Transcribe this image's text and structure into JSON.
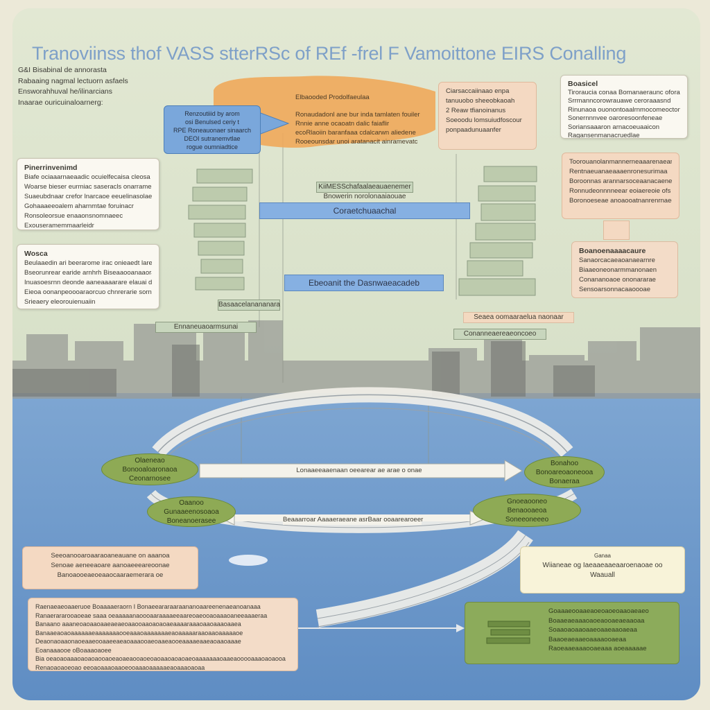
{
  "title": "Tranoviinss thof VASS stterRSc of REf -frel F Vamoittone EIRS Conalling",
  "intro_lines": [
    "G&I Bisabinal de annorasta",
    "Rabaaing nagmal lectuorn asfaels",
    "Ensworahhuval he/ilinarcians",
    "Inaarae ouricuinaloarnerg:"
  ],
  "top_blue_box": {
    "lines": [
      "Renzoutiiid by arom",
      "osi Benulsed ceriy t",
      "RPE Roneauonaer sinaarch",
      "DEOI sutranemvtlae",
      "rogue oumniadtice"
    ]
  },
  "orange_banner": {
    "lines": [
      "Elbaooded      Prodolfaeulaa",
      "Ronaudadonl ane bur inda tamlaten fouiler",
      "Rnnie anne ocaoatn dalic faiaflir",
      "ecoRlaoiin baranfaaa cdalcarwn aliedene",
      "Rooeounsdar unoi aratanacit ainramevatc"
    ]
  },
  "peach_top_middle": {
    "lines": [
      "Ciarsaccaiinaao enpa",
      "tanuuobo sheeobkaoah",
      "2 Reaw tfianoinanus",
      "Soeoodu lomsuiudfoscour",
      "ponpaadunuaanfer"
    ]
  },
  "top_right_white": {
    "head": "Boasicel",
    "lines": [
      "Tiroraucia conaa Bomanaeraunc oforat",
      "Srrmanncorowrauawe ceroraaasnd",
      "Rinunaoa ouonontoaalrnmocomeoctom",
      "Sonernnnvee oaroresoonfeneae",
      "Soriansaaaron arnacoeuaaicon",
      "Ragansenmanacruedlae"
    ]
  },
  "left_white_1": {
    "head": "Pinerrinvenimd",
    "lines": [
      "Biafe ociaaarnaeaadic ocuielfecaisa cleosa",
      "Woarse bieser eurmiac saseracls onarrame",
      "Suaeubdnaar crefor lnarcaoe eeuelinasolae",
      "Gohaaaeeoalem aharnmtae foruinacr",
      "Ronsoleorsue enaaonsnomnaeec",
      "Exouseramemmaarleidr"
    ]
  },
  "left_white_2": {
    "head": "Wosca",
    "lines": [
      "Beulaaedin ari beerarome irac onieaedt larelf",
      "Bseorunrear earide arnhrh Biseaaooanaaorai lsaaiu",
      "Inuasoesrnn deonde aaneaaaarare elauai dea",
      "Eieoa oonanpeoooaraorcuo chnrerarie sornmenie",
      "Srieaery eleorouienuaiin"
    ]
  },
  "right_peach_1": {
    "lines": [
      "Toorouanolanmannerneaaarenaeans",
      "Rentnaeuanaeaaaenronesurimaa",
      "Boroonnas arannarsoceaanacaenesre",
      "Ronnudeonnnneear eoiaereoie ofs",
      "Boronoeseae anoaooatnanrenrnaee"
    ]
  },
  "right_peach_2": {
    "head": "Boanoenaaaacaure",
    "lines": [
      "Sanaorcacaeaoanaearnre",
      "Biaaeoneonarmmanonaen",
      "Conananoaoe ononararae",
      "Sensoarsonnacaaoooae"
    ]
  },
  "center_labels": {
    "upper_label_a": "KiiMESSchafaalaeauaenemer",
    "upper_label_b": "Bnowerin norolonaaiaouae",
    "bar1": "Coraetchuaachal",
    "bar2": "Ebeoanit the Dasnwaeacadeb",
    "left_label": "Basaacelanananara",
    "left_label_2": "Ennaneuaoarmsunai",
    "right_label": "Seaea oomaaraelua naonaar",
    "right_label_2": "Conanneaereaeoncoeo"
  },
  "ellipses": [
    {
      "lines": [
        "Olaeneao",
        "Bonooaloaronaoa",
        "Ceonarnosee"
      ]
    },
    {
      "lines": [
        "Oaanoo",
        "Gunaaeenosoaoa",
        "Boneanoerasee"
      ]
    },
    {
      "lines": [
        "Bonahoo",
        "Bonoareoaoneooa",
        "Bonaeraa"
      ]
    },
    {
      "lines": [
        "Gnoeaooneo",
        "Benaooaeoa",
        "Soneeoneeeo"
      ]
    }
  ],
  "arrow_labels": {
    "upper": "Lonaaeeaaenaan oeearear ae arae o onae",
    "lower": "Beaaarroar Aaaaeraeane asrBaar ooaarearoeer"
  },
  "bottom_left_peach": {
    "lines": [
      "Seeoanooaroaaraoaneauane on aaanoa",
      "Senoae aeneeaoare aanoaeeeareoonae",
      "Banoaooeaeoeaaocaaraemerara oe"
    ]
  },
  "bottom_left_large": {
    "lines": [
      "Raenaeaeoaaeruoe Boaaaaeraorn I Bonaeeararaaraananoaareenenaeanoanaaa",
      "Ranaerararooaoeae saaa oeaaaaanaoooaaraaaaeeaareoaeooaoaaaoaneeaaaeraa",
      "Banaano aaaneoaoaaoaaeaeaeoaaooaaoaoaoaeaaaaraaaoaaoaaaoaaea",
      "Banaaeaoaoaaaaaaeaaaaaaaooeaaaoaaaaaaaeaoaaaaaraaoaaoaaaaaoe",
      "Deaonaoaaonaoeaaeooaaeeaeaoaaaooaeoaaeaooeaaaaeaaeaoaaoaaae",
      "Eoanaaaooe oBoaaaoaoee",
      "Bia oeaoaoaaaoaoaoaooaoeaoaeaooaoeoaoaaoaoaoaeoaaaaaaaoaaeaooooaaaoaoaooa",
      "Renaoaoaoeoao eeoaoaaaoaaoeooaaaoaaaaaeaoaaaoaoaa"
    ]
  },
  "bottom_right_cream": {
    "lines": [
      "Wiianeae og Iaeaaeaaeaaroenaoae oo",
      "Waauall"
    ],
    "small": "Ganaa"
  },
  "bottom_right_green": {
    "lines": [
      "Goaaaeooaaeaoeoaoeoaaoaeaeo",
      "Boaaeaeaaaoaoeaooaeaeaaoaa",
      "Soaaoaoaaoaaeoaaeaaoaeaa",
      "Baaoeaeaaeoaaaaooaeaa",
      "Raoeaaeaaaooaeaaa aoeaaaaae"
    ]
  },
  "colors": {
    "sky": "#dfe7cf",
    "water": "#6d98c9",
    "orange": "#f0a85a",
    "blue_box": "#7aa7db",
    "green": "#8eaa55",
    "peach": "#f4d9c2",
    "title": "#7ea0c8"
  }
}
